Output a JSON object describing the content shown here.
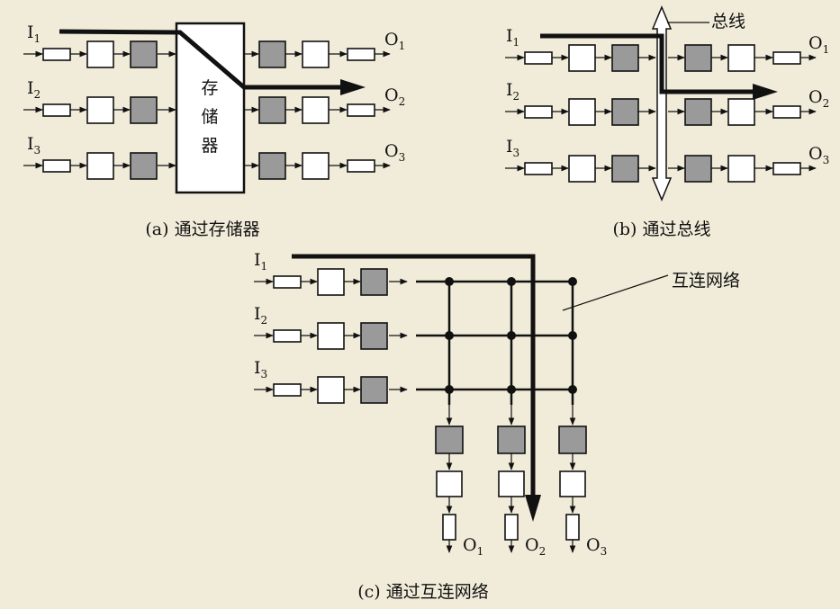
{
  "colors": {
    "background": "#f1ecd9",
    "ink": "#111111",
    "shaded_box": "#9a9a9a",
    "white_box": "#ffffff"
  },
  "panel_a": {
    "inputs": [
      {
        "base": "I",
        "sub": "1"
      },
      {
        "base": "I",
        "sub": "2"
      },
      {
        "base": "I",
        "sub": "3"
      }
    ],
    "outputs": [
      {
        "base": "O",
        "sub": "1"
      },
      {
        "base": "O",
        "sub": "2"
      },
      {
        "base": "O",
        "sub": "3"
      }
    ],
    "memory_label": [
      "存",
      "储",
      "器"
    ],
    "caption": "(a) 通过存储器"
  },
  "panel_b": {
    "inputs": [
      {
        "base": "I",
        "sub": "1"
      },
      {
        "base": "I",
        "sub": "2"
      },
      {
        "base": "I",
        "sub": "3"
      }
    ],
    "outputs": [
      {
        "base": "O",
        "sub": "1"
      },
      {
        "base": "O",
        "sub": "2"
      },
      {
        "base": "O",
        "sub": "3"
      }
    ],
    "bus_label": "总线",
    "caption": "(b) 通过总线"
  },
  "panel_c": {
    "inputs": [
      {
        "base": "I",
        "sub": "1"
      },
      {
        "base": "I",
        "sub": "2"
      },
      {
        "base": "I",
        "sub": "3"
      }
    ],
    "outputs": [
      {
        "base": "O",
        "sub": "1"
      },
      {
        "base": "O",
        "sub": "2"
      },
      {
        "base": "O",
        "sub": "3"
      }
    ],
    "network_label": "互连网络",
    "caption": "(c) 通过互连网络"
  }
}
